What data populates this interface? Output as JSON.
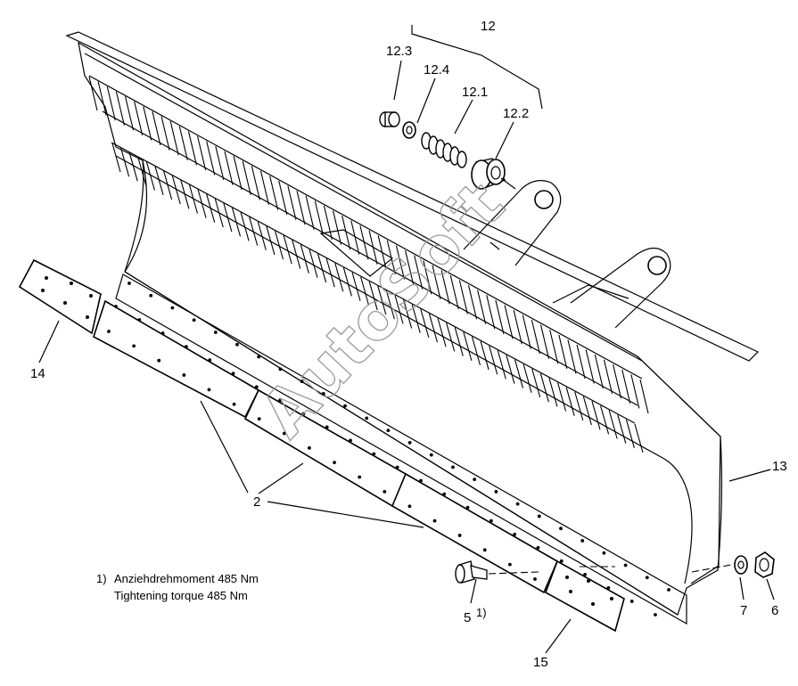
{
  "callouts": {
    "c12": "12",
    "c12_3": "12.3",
    "c12_4": "12.4",
    "c12_1": "12.1",
    "c12_2": "12.2",
    "c13": "13",
    "c14": "14",
    "c2": "2",
    "c5": "5",
    "c5_sup": "1)",
    "c7": "7",
    "c6": "6",
    "c15": "15"
  },
  "note": {
    "marker": "1)",
    "line1": "Anziehdrehmoment 485 Nm",
    "line2": "Tightening torque 485 Nm"
  },
  "watermark": "AutoSoft"
}
